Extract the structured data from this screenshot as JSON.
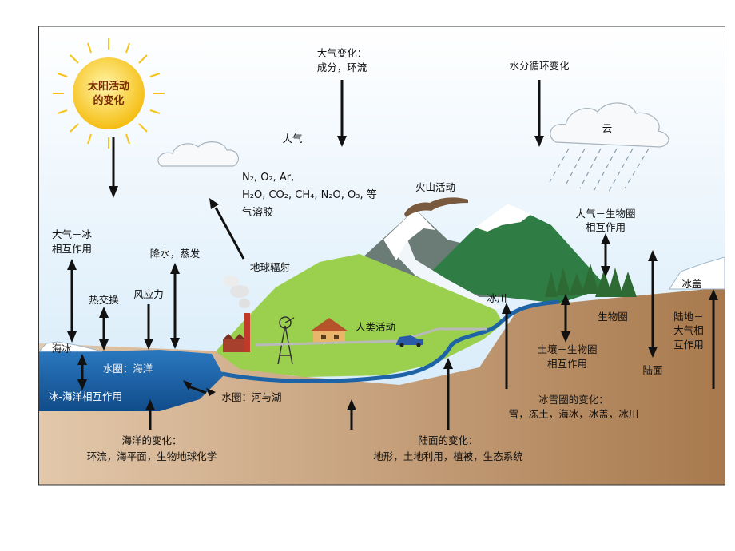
{
  "sun": {
    "line1": "太阳活动",
    "line2": "的变化"
  },
  "atmosphere": {
    "change_line1": "大气变化：",
    "change_line2": "成分，环流",
    "label": "大气",
    "composition_line1": "N₂, O₂, Ar,",
    "composition_line2": "H₂O, CO₂, CH₄, N₂O, O₃, 等",
    "composition_line3": "气溶胶"
  },
  "water_cycle": {
    "label": "水分循环变化"
  },
  "cloud": {
    "label": "云"
  },
  "volcano": {
    "label": "火山活动"
  },
  "terrestrial_radiation": {
    "label": "地球辐射"
  },
  "atm_ice": {
    "line1": "大气－冰",
    "line2": "相互作用"
  },
  "heat_exchange": {
    "label": "热交换"
  },
  "wind_stress": {
    "label": "风应力"
  },
  "precip_evap": {
    "label": "降水，蒸发"
  },
  "sea_ice": {
    "label": "海冰"
  },
  "hydro_ocean": {
    "label": "水圈：海洋"
  },
  "ice_ocean": {
    "label": "冰-海洋相互作用"
  },
  "rivers_lakes": {
    "label": "水圈：河与湖"
  },
  "human": {
    "label": "人类活动"
  },
  "glacier": {
    "label": "冰川"
  },
  "atm_bio": {
    "line1": "大气－生物圈",
    "line2": "相互作用"
  },
  "biosphere": {
    "label": "生物圈"
  },
  "soil_bio": {
    "line1": "土壤－生物圈",
    "line2": "相互作用"
  },
  "land_surface": {
    "label": "陆面"
  },
  "ice_sheet": {
    "label": "冰盖"
  },
  "land_atm": {
    "line1": "陆地－",
    "line2": "大气相",
    "line3": "互作用"
  },
  "cryosphere_change": {
    "line1": "冰雪圈的变化：",
    "line2": "雪，冻土，海冰，冰盖，冰川"
  },
  "ocean_change": {
    "line1": "海洋的变化：",
    "line2": "环流，海平面，生物地球化学"
  },
  "land_change": {
    "line1": "陆面的变化：",
    "line2": "地形，土地利用，植被，生态系统"
  },
  "colors": {
    "sky": "#dff0fb",
    "ocean": "#1d63a6",
    "land": "#c9a27e",
    "grass": "#8cc63f",
    "forest": "#2e8b3c",
    "sun": "#f6c21b"
  }
}
